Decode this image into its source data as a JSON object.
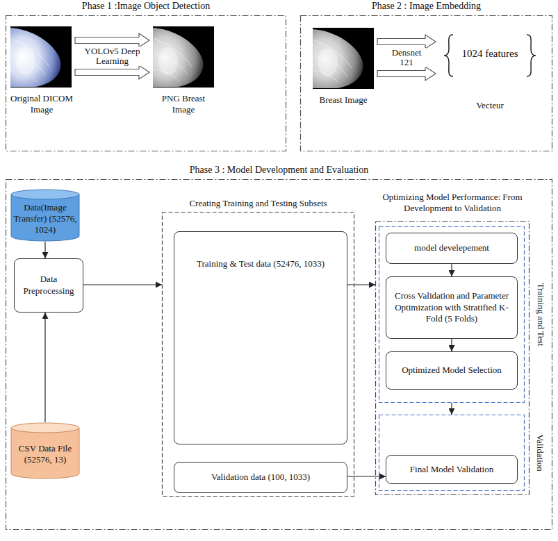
{
  "diagram": {
    "nodes": [
      {
        "text": [
          "Phase 1 :Image Object Detection"
        ]
      },
      {
        "text": [
          "Original DICOM Image"
        ],
        "in": 0
      },
      {
        "text": [
          "PNG Breast Image"
        ],
        "in": 0
      },
      {
        "text": [
          "Phase 2 : Image Embedding"
        ]
      },
      {
        "text": [
          "Breast Image"
        ],
        "in": 3
      },
      {
        "text": [
          "1024 features",
          "Vecteur"
        ],
        "in": 3
      },
      {
        "text": [
          "Phase 3 : Model Development and Evaluation"
        ]
      },
      {
        "text": [
          "Data(Image Transfer) (52576, 1024)"
        ],
        "in": 6
      },
      {
        "text": [
          "Data Preprocessing"
        ],
        "in": 6
      },
      {
        "text": [
          "CSV Data File (52576, 13)"
        ],
        "in": 6
      },
      {
        "text": [
          "Creating Training and Testing Subsets"
        ],
        "in": 6
      },
      {
        "text": [
          "Training & Test data (52476, 1033)"
        ],
        "in": 10
      },
      {
        "text": [
          "Validation data (100, 1033)"
        ],
        "in": 10
      },
      {
        "text": [
          "Optimizing Model Performance: From Development to Validation"
        ],
        "in": 6
      },
      {
        "text": [
          "Training and Test"
        ],
        "in": 13
      },
      {
        "text": [
          "model develepement"
        ],
        "in": 14
      },
      {
        "text": [
          "Cross Validation and Parameter Optimization with Stratified K-Fold (5 Folds)"
        ],
        "in": 14
      },
      {
        "text": [
          "Optimized Model Selection"
        ],
        "in": 14
      },
      {
        "text": [
          "Validation"
        ],
        "in": 13
      },
      {
        "text": [
          "Final Model Validation"
        ],
        "in": 18
      }
    ],
    "edges": [
      {
        "from": 1,
        "to": 2,
        "arrow": "to",
        "label": "YOLOv5 Deep Learning"
      },
      {
        "from": 1,
        "to": 2,
        "arrow": "to"
      },
      {
        "from": 4,
        "to": 5,
        "arrow": "to",
        "label": "Densnet 121"
      },
      {
        "from": 4,
        "to": 5,
        "arrow": "to"
      },
      {
        "from": 7,
        "to": 8,
        "arrow": "to"
      },
      {
        "from": 9,
        "to": 8,
        "arrow": "to"
      },
      {
        "from": 8,
        "to": 10,
        "arrow": "to"
      },
      {
        "from": 11,
        "to": 13,
        "arrow": "to"
      },
      {
        "from": 12,
        "to": 19,
        "arrow": "to"
      },
      {
        "from": 15,
        "to": 16,
        "arrow": "to"
      },
      {
        "from": 16,
        "to": 17,
        "arrow": "to"
      },
      {
        "from": 14,
        "to": 18,
        "arrow": "to"
      }
    ]
  }
}
